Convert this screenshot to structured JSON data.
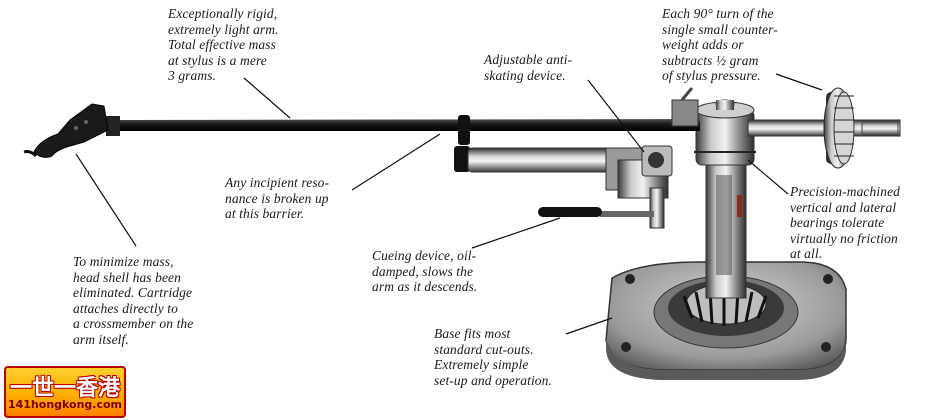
{
  "annotations": {
    "rigid_arm": "Exceptionally rigid,\nextremely light arm.\nTotal effective mass\nat stylus is a mere\n3 grams.",
    "counterweight": "Each 90° turn of the\nsingle small counter-\nweight adds or\nsubtracts ½ gram\nof stylus pressure.",
    "anti_skating": "Adjustable anti-\nskating device.",
    "resonance": "Any incipient reso-\nnance is broken up\nat this barrier.",
    "bearings": "Precision-machined\nvertical and lateral\nbearings tolerate\nvirtually no friction\nat all.",
    "headshell": "To minimize mass,\nhead shell has been\neliminated. Cartridge\nattaches directly to\na crossmember on the\narm itself.",
    "cueing": "Cueing device, oil-\ndamped, slows the\narm as it descends.",
    "base": "Base fits most\nstandard cut-outs.\nExtremely simple\nset-up and operation."
  },
  "watermark": {
    "name": "一世一香港",
    "url": "141hongkong.com"
  }
}
